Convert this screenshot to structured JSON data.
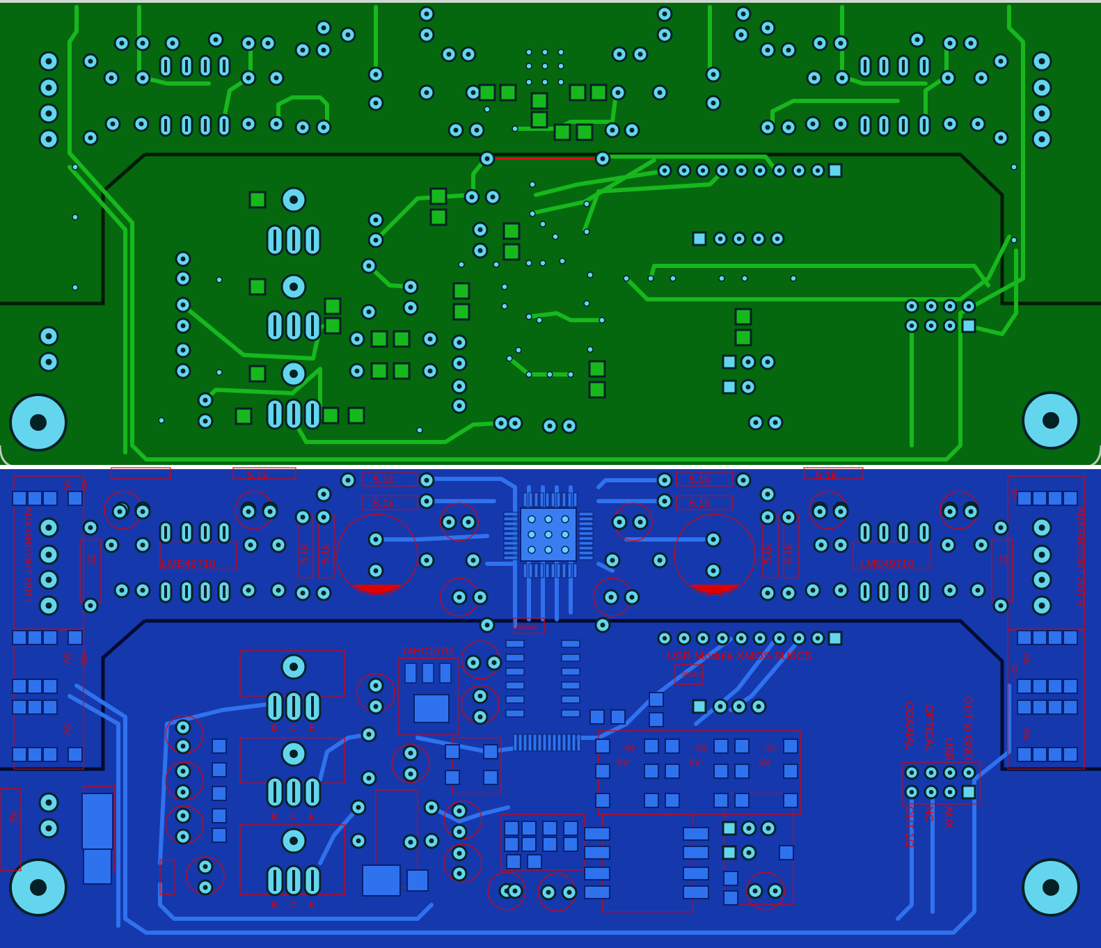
{
  "colors": {
    "top_layer": "#05680f",
    "top_trace": "#17b81d",
    "bottom_layer": "#1638ad",
    "bottom_trace": "#2f72ee",
    "pad": "#63d6ee",
    "pad_outline": "#062125",
    "silkscreen": "#e00000",
    "separator": "#ffffff"
  },
  "panels": [
    {
      "name": "top-copper-view",
      "layer": "top"
    },
    {
      "name": "bottom-copper-view",
      "layer": "bottom"
    }
  ],
  "resistor_labels": [
    {
      "id": "r-top-left-1",
      "text": "5.1k"
    },
    {
      "id": "r-top-left-2",
      "text": "5.1k"
    },
    {
      "id": "r-top-left-3",
      "text": "5.1k"
    },
    {
      "id": "r-top-right-1",
      "text": "5.1k"
    },
    {
      "id": "r-top-right-2",
      "text": "5.1k"
    },
    {
      "id": "r-top-right-3",
      "text": "5.1k"
    },
    {
      "id": "r-vert-left-1",
      "text": "5.1k"
    },
    {
      "id": "r-vert-left-2",
      "text": "5.1k"
    },
    {
      "id": "r-vert-right-1",
      "text": "5.1k"
    },
    {
      "id": "r-vert-right-2",
      "text": "5.1k"
    }
  ],
  "chip_labels": {
    "opamp_left": "LME49710",
    "opamp_right": "LME49710",
    "mux": "74HC157D",
    "usb_module": "USB Module  XMOS 8U6C5",
    "sot_left": "0603x4",
    "sot_right": "0603x4"
  },
  "transistor_pins": [
    "B",
    "C",
    "E"
  ],
  "connector_labels": {
    "left_jack": "AUX GND OUT 2BIT L",
    "right_jack": "AUX GND OUT 2BIT R",
    "supply": "9V",
    "resistor_22_left": "22",
    "resistor_22_right": "22"
  },
  "supply_labels": {
    "five_v": "5V",
    "diode_plus": "+D|-"
  },
  "input_select": {
    "col1": "COAXIAL",
    "col2": "OPTICAL",
    "col3": "USB",
    "col4": "OUT to GND",
    "row_nc": "NC",
    "row_aux": "AUX",
    "row_out": "OUT 1/2"
  }
}
